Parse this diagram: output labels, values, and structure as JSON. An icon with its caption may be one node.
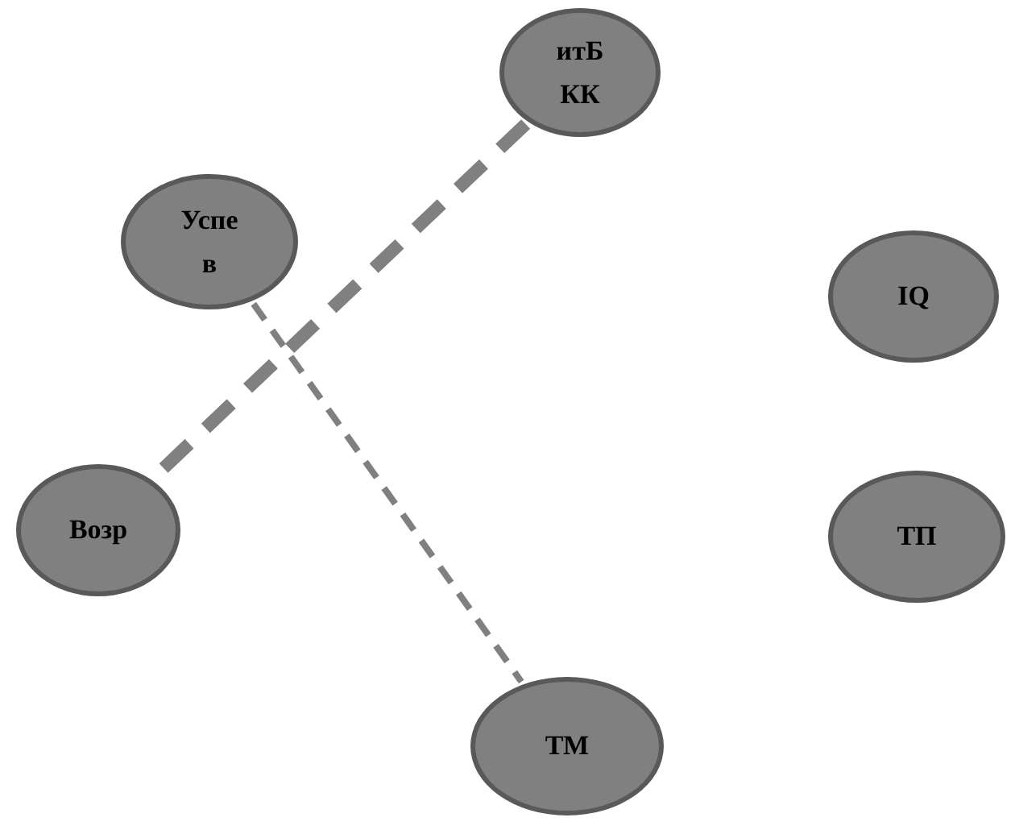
{
  "diagram": {
    "nodes": [
      {
        "text": [
          "итБ КК"
        ]
      },
      {
        "text": [
          "Успе в"
        ]
      },
      {
        "text": [
          "IQ"
        ]
      },
      {
        "text": [
          "Возр"
        ]
      },
      {
        "text": [
          "ТП"
        ]
      },
      {
        "text": [
          "ТМ"
        ]
      }
    ],
    "edges": [
      {
        "from": 0,
        "to": 3,
        "arrow": "none",
        "style": "dashed"
      },
      {
        "from": 1,
        "to": 5,
        "arrow": "none",
        "style": "dashed"
      }
    ]
  }
}
